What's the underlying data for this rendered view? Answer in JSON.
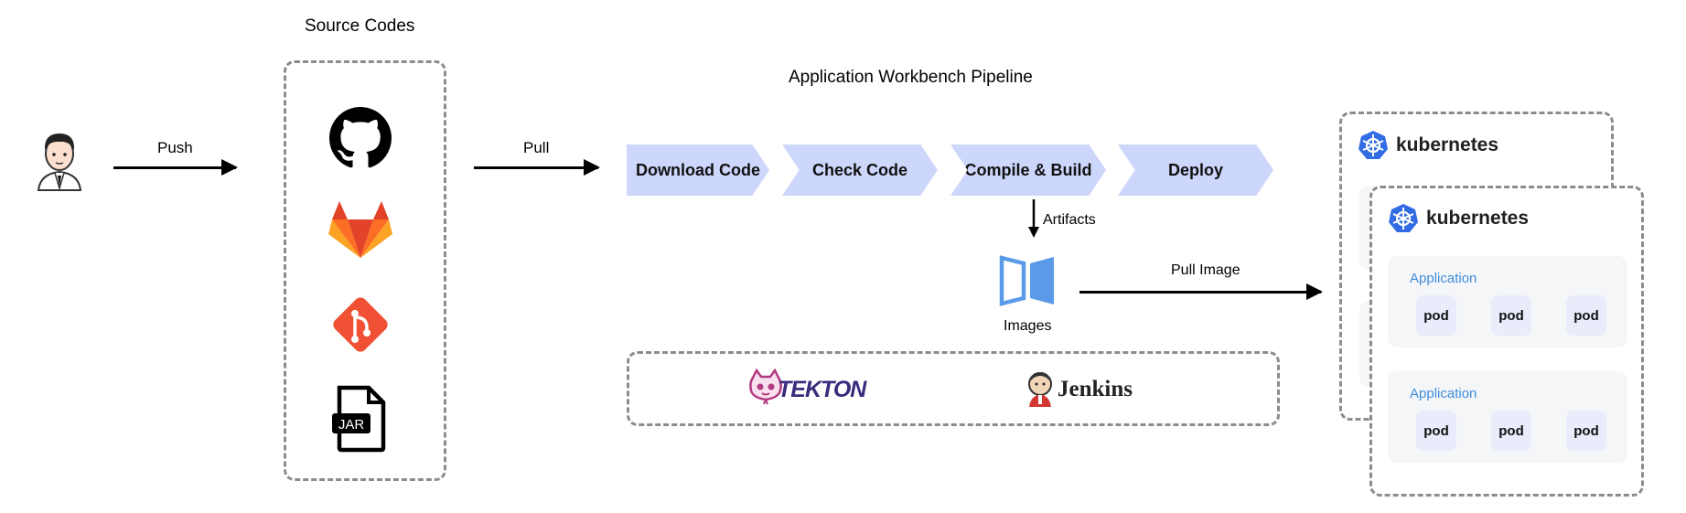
{
  "source_section": {
    "title": "Source Codes"
  },
  "push_label": "Push",
  "pull_label": "Pull",
  "pipeline": {
    "title": "Application Workbench Pipeline",
    "stages": [
      "Download Code",
      "Check Code",
      "Compile & Build",
      "Deploy"
    ]
  },
  "artifacts_label": "Artifacts",
  "images_label": "Images",
  "pull_image_label": "Pull Image",
  "tools": {
    "tekton": "TEKTON",
    "jenkins": "Jenkins"
  },
  "clusters": {
    "back": {
      "title": "kubernetes"
    },
    "front": {
      "title": "kubernetes",
      "applications": [
        {
          "label": "Application",
          "pods": [
            "pod",
            "pod",
            "pod"
          ]
        },
        {
          "label": "Application",
          "pods": [
            "pod",
            "pod",
            "pod"
          ]
        }
      ]
    }
  },
  "colors": {
    "stage_fill": "#cdd6fb",
    "github": "#000000",
    "gitlab_orange": "#e24329",
    "git_red": "#f05033",
    "images_blue": "#5b9ae8",
    "kubernetes_blue": "#326ce5",
    "application_label": "#3e8ddb",
    "dash_border": "#8c8c8c"
  },
  "icons": [
    "user-avatar-icon",
    "github-icon",
    "gitlab-icon",
    "git-icon",
    "jar-file-icon",
    "images-icon",
    "tekton-logo",
    "jenkins-logo",
    "kubernetes-icon"
  ]
}
